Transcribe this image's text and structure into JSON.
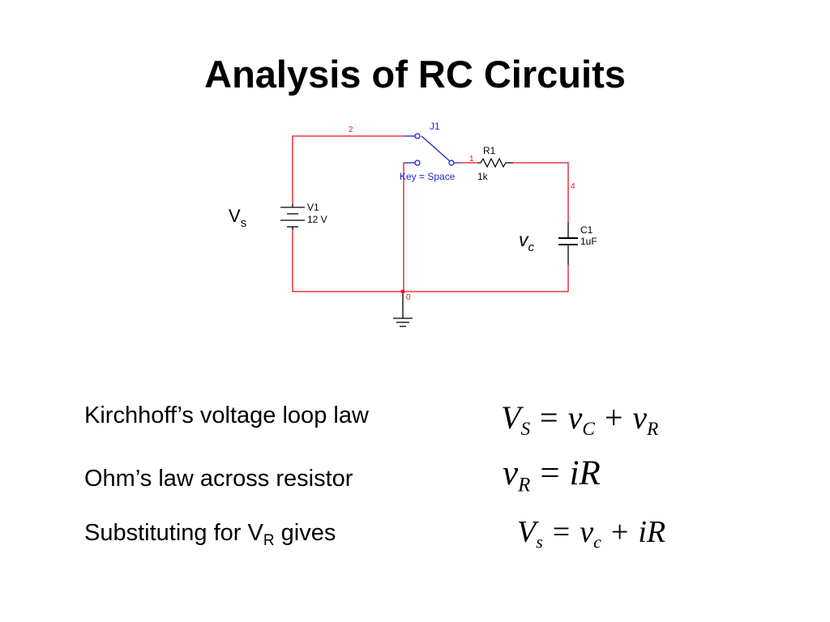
{
  "slide": {
    "title": "Analysis of RC Circuits"
  },
  "circuit": {
    "node_labels": [
      "2",
      "1",
      "4",
      "0"
    ],
    "switch": {
      "ref": "J1",
      "key": "Key = Space"
    },
    "resistor": {
      "ref": "R1",
      "value": "1k"
    },
    "source": {
      "ref": "V1",
      "value": "12 V",
      "symbol": "V",
      "symbol_sub": "s"
    },
    "capacitor": {
      "ref": "C1",
      "value": "1uF",
      "symbol": "v",
      "symbol_sub": "c"
    },
    "colors": {
      "wire": "#e8141c",
      "switch": "#2323c8",
      "component": "#000000",
      "node": "#e8141c"
    }
  },
  "equations": [
    {
      "label": "Kirchhoff’s voltage loop law",
      "lhs": "V",
      "lhs_sub": "S",
      "eq": "=",
      "t1": "v",
      "t1_sub": "C",
      "plus": "+",
      "t2": "v",
      "t2_sub": "R"
    },
    {
      "label": "Ohm’s law across resistor",
      "lhs": "v",
      "lhs_sub": "R",
      "eq": "=",
      "rhs": "iR"
    },
    {
      "label_pre": "Substituting for V",
      "label_sub": "R",
      "label_post": " gives",
      "lhs": "V",
      "lhs_sub": "s",
      "eq": "=",
      "t1": "v",
      "t1_sub": "c",
      "plus": "+",
      "t2": "iR"
    }
  ]
}
